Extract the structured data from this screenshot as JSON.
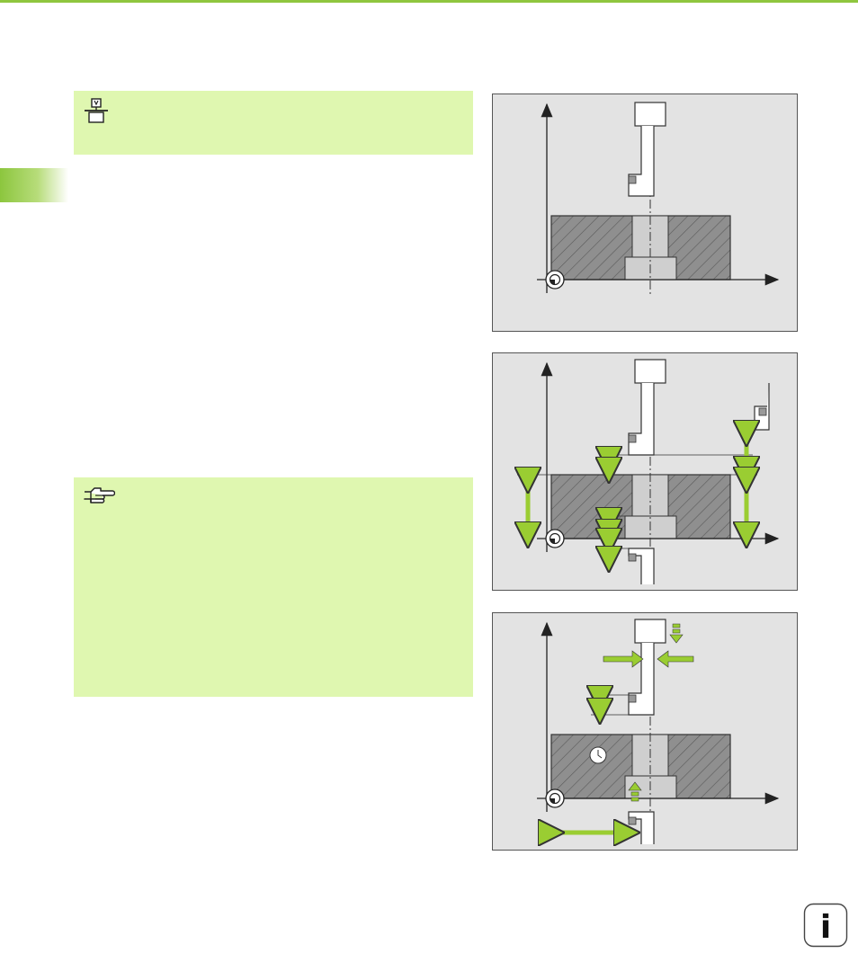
{
  "page": {
    "accent_color": "#8fc63f",
    "note_color": "#dff7b0",
    "figure_bg": "#e3e3e3"
  },
  "notes": [
    {
      "id": "machine-note",
      "icon": "machine-tool-icon",
      "text": ""
    },
    {
      "id": "hint-note",
      "icon": "pointing-hand-icon",
      "text": ""
    }
  ],
  "figures": [
    {
      "id": "figure-1",
      "text": ""
    },
    {
      "id": "figure-2",
      "text": ""
    },
    {
      "id": "figure-3",
      "text": ""
    }
  ],
  "footer": {
    "info_icon_label": "i"
  }
}
